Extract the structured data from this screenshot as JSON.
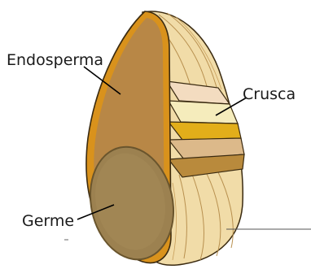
{
  "labels": {
    "endosperm": "Endosperma",
    "bran": "Crusca",
    "germ": "Germe"
  },
  "colors": {
    "endosperm_fill": "#b88746",
    "endosperm_rim": "#d9921c",
    "outer_husk": "#f1dca8",
    "husk_shadow": "#d9b777",
    "germ_fill": "#9c8150",
    "germ_edge": "#6a552d",
    "bran_layer_1": "#f3dcc0",
    "bran_layer_2": "#f5ecbc",
    "bran_layer_3": "#e2ae1a",
    "bran_layer_4": "#dcb98a",
    "bran_layer_5": "#b98a3c",
    "outline": "#3a2a10"
  }
}
